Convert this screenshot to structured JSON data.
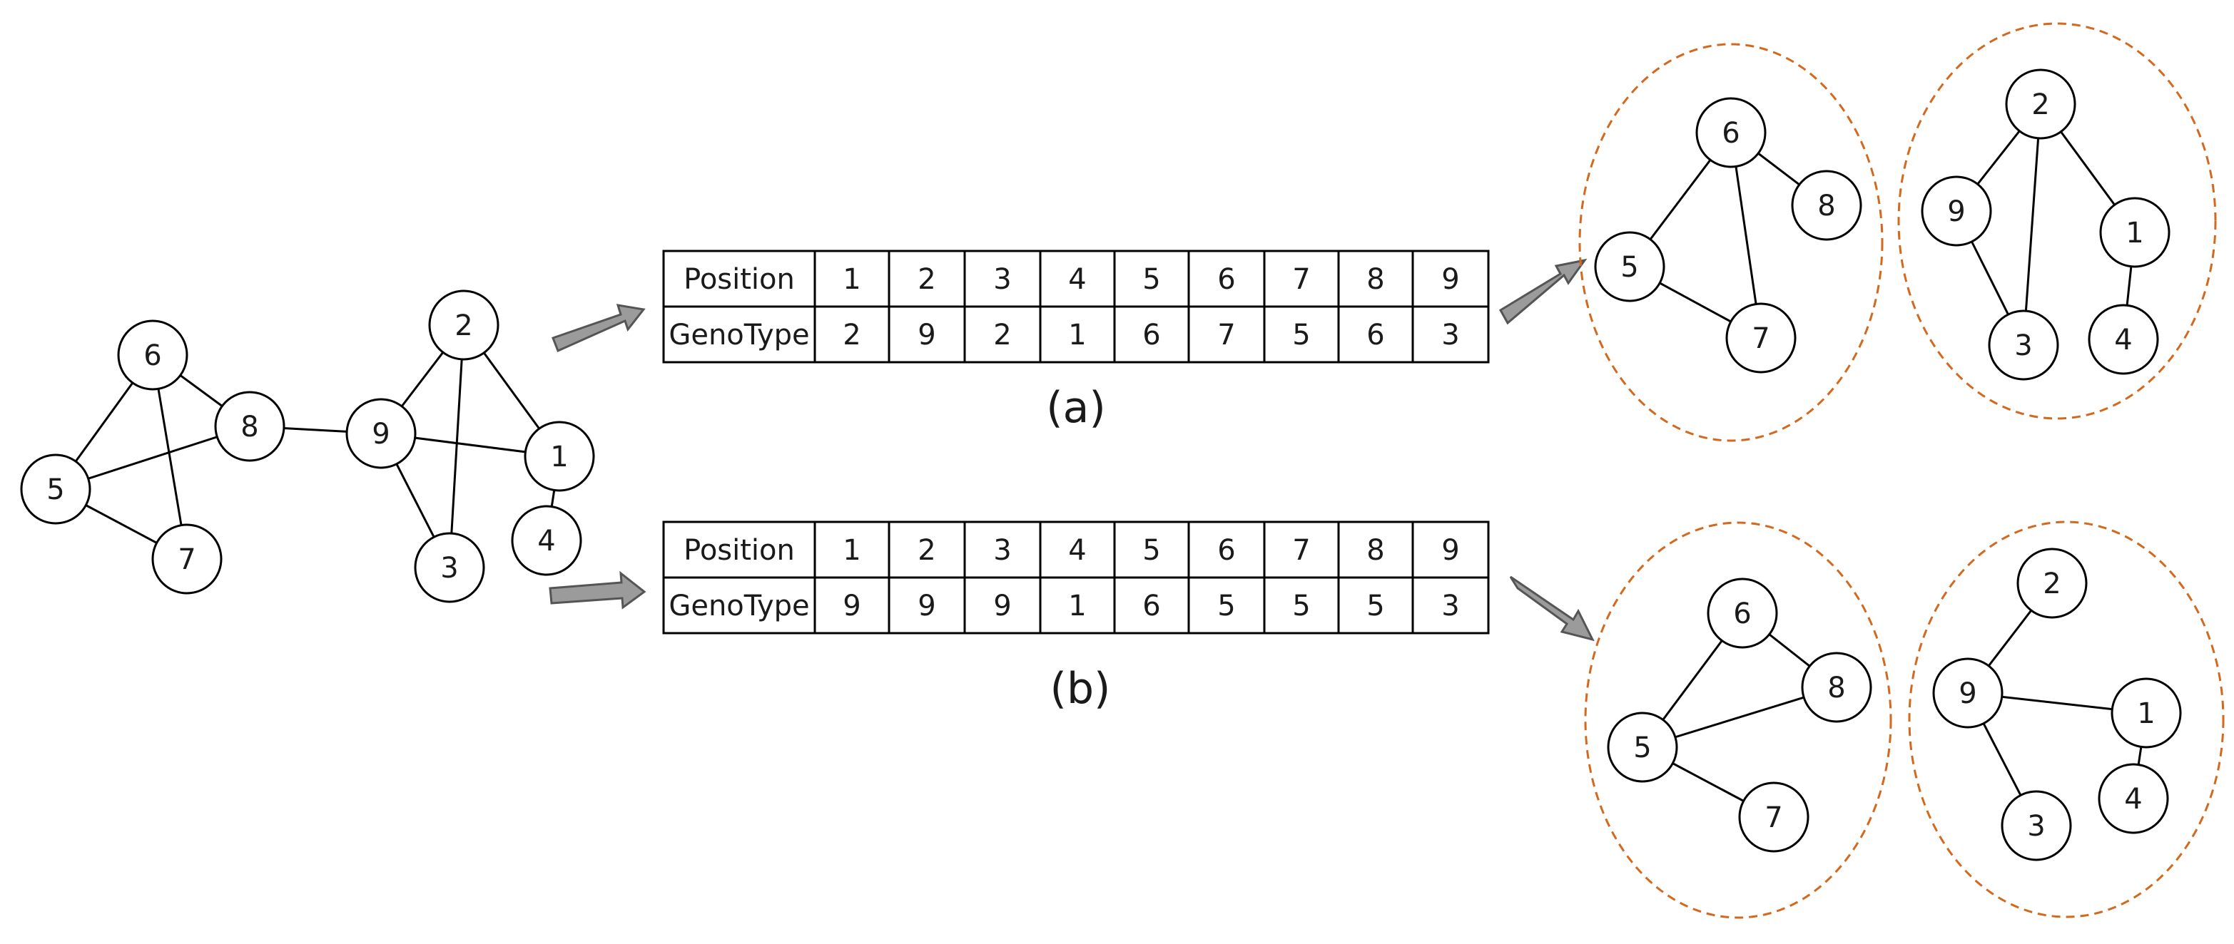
{
  "colors": {
    "cluster_stroke": "#d2691e",
    "arrow_fill": "#9b9b9b",
    "arrow_stroke": "#555555",
    "ink": "#000000"
  },
  "graphs": {
    "input": {
      "nodes": [
        "1",
        "2",
        "3",
        "4",
        "5",
        "6",
        "7",
        "8",
        "9"
      ],
      "edges": [
        [
          "6",
          "5"
        ],
        [
          "6",
          "8"
        ],
        [
          "6",
          "7"
        ],
        [
          "5",
          "8"
        ],
        [
          "5",
          "7"
        ],
        [
          "8",
          "9"
        ],
        [
          "9",
          "2"
        ],
        [
          "9",
          "1"
        ],
        [
          "9",
          "3"
        ],
        [
          "2",
          "3"
        ],
        [
          "2",
          "1"
        ],
        [
          "1",
          "4"
        ]
      ]
    },
    "result_a": {
      "clusters": [
        {
          "nodes": [
            "5",
            "6",
            "7",
            "8"
          ],
          "edges": [
            [
              "6",
              "5"
            ],
            [
              "6",
              "8"
            ],
            [
              "6",
              "7"
            ],
            [
              "5",
              "7"
            ]
          ]
        },
        {
          "nodes": [
            "1",
            "2",
            "3",
            "4",
            "9"
          ],
          "edges": [
            [
              "2",
              "9"
            ],
            [
              "2",
              "3"
            ],
            [
              "2",
              "1"
            ],
            [
              "9",
              "3"
            ],
            [
              "1",
              "4"
            ]
          ]
        }
      ]
    },
    "result_b": {
      "clusters": [
        {
          "nodes": [
            "5",
            "6",
            "7",
            "8"
          ],
          "edges": [
            [
              "6",
              "5"
            ],
            [
              "6",
              "8"
            ],
            [
              "5",
              "8"
            ],
            [
              "5",
              "7"
            ]
          ]
        },
        {
          "nodes": [
            "1",
            "2",
            "3",
            "4",
            "9"
          ],
          "edges": [
            [
              "2",
              "9"
            ],
            [
              "9",
              "1"
            ],
            [
              "9",
              "3"
            ],
            [
              "1",
              "4"
            ]
          ]
        }
      ]
    }
  },
  "tables": {
    "a": {
      "caption": "(a)",
      "row_labels": [
        "Position",
        "GenoType"
      ],
      "positions": [
        "1",
        "2",
        "3",
        "4",
        "5",
        "6",
        "7",
        "8",
        "9"
      ],
      "genotype": [
        "2",
        "9",
        "2",
        "1",
        "6",
        "7",
        "5",
        "6",
        "3"
      ]
    },
    "b": {
      "caption": "(b)",
      "row_labels": [
        "Position",
        "GenoType"
      ],
      "positions": [
        "1",
        "2",
        "3",
        "4",
        "5",
        "6",
        "7",
        "8",
        "9"
      ],
      "genotype": [
        "9",
        "9",
        "9",
        "1",
        "6",
        "5",
        "5",
        "5",
        "3"
      ]
    }
  }
}
